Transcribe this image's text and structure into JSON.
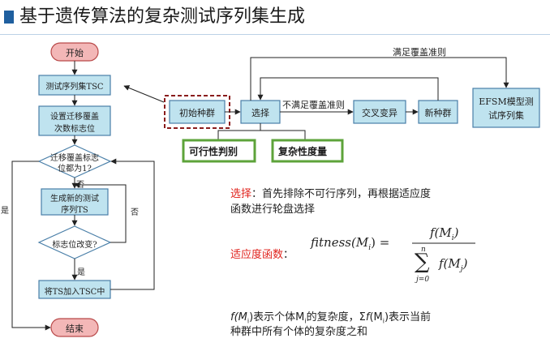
{
  "slide": {
    "title": "基于遗传算法的复杂测试序列集生成"
  },
  "flowchart": {
    "start": "开始",
    "tsc": "测试序列集TSC",
    "set_flag_line1": "设置迁移覆盖",
    "set_flag_line2": "次数标志位",
    "all_one_line1": "迁移覆盖标志",
    "all_one_line2": "位都为1?",
    "gen_line1": "生成新的测试",
    "gen_line2": "序列TS",
    "flag_changed": "标志位改变?",
    "add": "将TS加入TSC中",
    "end": "结束",
    "yes_left": "是",
    "no_right": "否",
    "no_top": "否",
    "yes_bottom": "是"
  },
  "ga_flow": {
    "init": "初始种群",
    "select": "选择",
    "crossover": "交叉变异",
    "new_pop": "新种群",
    "efsm_line1": "EFSM模型测",
    "efsm_line2": "试序列集",
    "satisfy": "满足覆盖准则",
    "not_satisfy": "不满足覆盖准则",
    "feasibility": "可行性判别",
    "complexity": "复杂性度量"
  },
  "explanation": {
    "select_term": "选择",
    "select_line1": "：首先排除不可行序列，再根据适应度",
    "select_line2": "函数进行轮盘选择",
    "fitness_term": "适应度函数",
    "fitness_colon": "：",
    "formula_lhs": "fitness(M",
    "formula_lhs_sub": "i",
    "formula_lhs_close": ")  =",
    "numerator": "f(M",
    "numerator_sub": "i",
    "numerator_close": ")",
    "sum_upper": "n",
    "sum_lower": "j=0",
    "sigma": "∑",
    "denominator": "f(M",
    "denominator_sub": "j",
    "denominator_close": ")",
    "note_f": "f",
    "note_m_open": "(M",
    "note_m_sub": "i",
    "note_rest1": ")表示个体M",
    "note_rest1_sub": "i",
    "note_rest2": "的复杂度，Σ",
    "note_f2": "f",
    "note_rest3": "(M",
    "note_rest3_sub": "i",
    "note_rest4": ")表示当前",
    "note_line2": "种群中所有个体的复杂度之和"
  },
  "colors": {
    "process_fill": "#bfe3ef",
    "process_stroke": "#4a7fa8",
    "terminal_fill": "#f3b7b7",
    "terminal_stroke": "#b94a4a",
    "green": "#5da33a",
    "accent_red": "#e0231d",
    "dashed_box": "#8a1c1c"
  }
}
